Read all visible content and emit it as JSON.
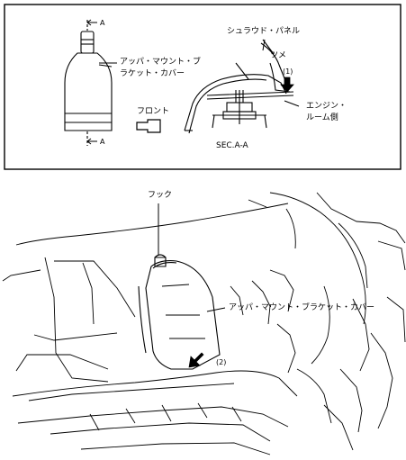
{
  "detail": {
    "section_marker_top": "A",
    "section_marker_bottom": "A",
    "cover_label_line1": "アッパ・マウント・ブ",
    "cover_label_line2": "ラケット・カバー",
    "shroud_label": "シュラウド・パネル",
    "tab_label": "ツメ",
    "step1": "(1)",
    "engine_label_line1": "エンジン・",
    "engine_label_line2": "ルーム側",
    "front_label": "フロント",
    "section_caption": "SEC.A-A"
  },
  "main": {
    "hook_label": "フック",
    "cover_label": "アッパ・マウント・ブラケット・カバー",
    "step2": "(2)"
  }
}
